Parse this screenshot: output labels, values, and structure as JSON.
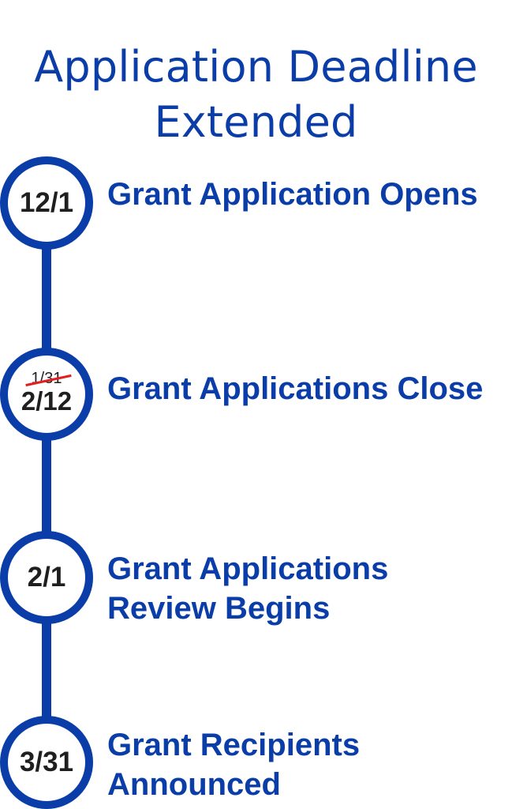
{
  "title": {
    "line1": "Application Deadline",
    "line2": "Extended"
  },
  "colors": {
    "primary": "#0a3da8",
    "date_text": "#1f1f1f",
    "strike": "#e0201f"
  },
  "milestones": [
    {
      "date": "12/1",
      "label_lines": [
        "Grant Application Opens"
      ]
    },
    {
      "old_date": "1/31",
      "date": "2/12",
      "label_lines": [
        "Grant Applications Close"
      ]
    },
    {
      "date": "2/1",
      "label_lines": [
        "Grant Applications",
        "Review Begins"
      ]
    },
    {
      "date": "3/31",
      "label_lines": [
        "Grant Recipients",
        "Announced"
      ]
    }
  ]
}
